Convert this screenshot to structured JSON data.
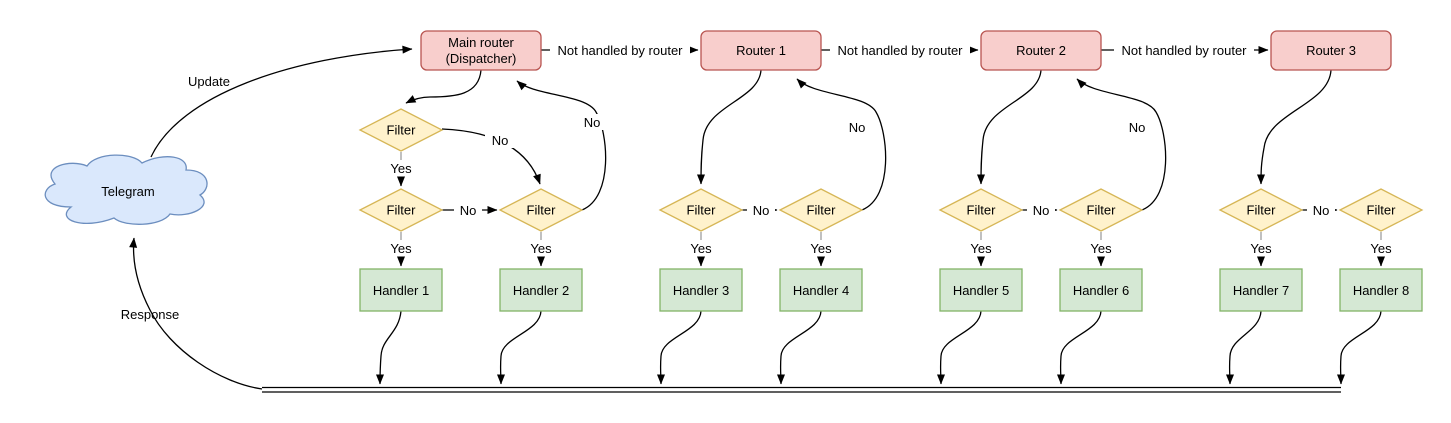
{
  "labels": {
    "update": "Update",
    "response": "Response",
    "not_handled": "Not handled by router",
    "yes": "Yes",
    "no": "No",
    "filter": "Filter"
  },
  "cloud": {
    "label": "Telegram"
  },
  "dispatcher": {
    "line1": "Main router",
    "line2": "(Dispatcher)"
  },
  "routers": [
    {
      "label": "Router 1"
    },
    {
      "label": "Router 2"
    },
    {
      "label": "Router 3"
    }
  ],
  "handlers": [
    {
      "label": "Handler 1"
    },
    {
      "label": "Handler 2"
    },
    {
      "label": "Handler 3"
    },
    {
      "label": "Handler 4"
    },
    {
      "label": "Handler 5"
    },
    {
      "label": "Handler 6"
    },
    {
      "label": "Handler 7"
    },
    {
      "label": "Handler 8"
    }
  ],
  "colors": {
    "cloud_fill": "#dae8fc",
    "cloud_stroke": "#6c8ebf",
    "router_fill": "#f8cecc",
    "router_stroke": "#b85450",
    "filter_fill": "#fff2cc",
    "filter_stroke": "#d6b656",
    "handler_fill": "#d5e8d4",
    "handler_stroke": "#82b366",
    "edge_stroke": "#000000",
    "stub_stroke": "#9e9e9e"
  }
}
